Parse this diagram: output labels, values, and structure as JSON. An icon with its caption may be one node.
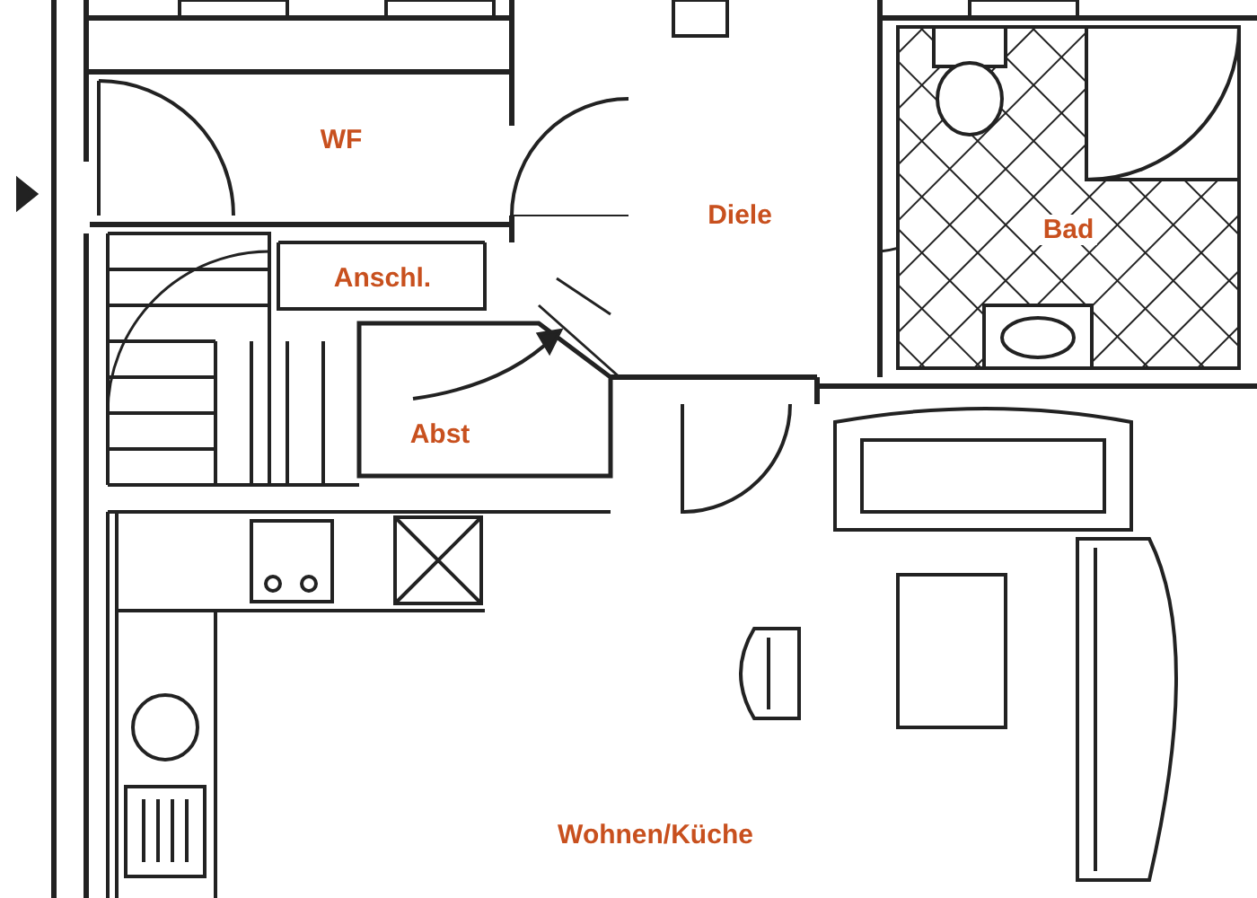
{
  "diagram": {
    "labels": [
      "WF",
      "Diele",
      "Bad",
      "Anschl.",
      "Abst",
      "Wohnen/Küche"
    ]
  }
}
